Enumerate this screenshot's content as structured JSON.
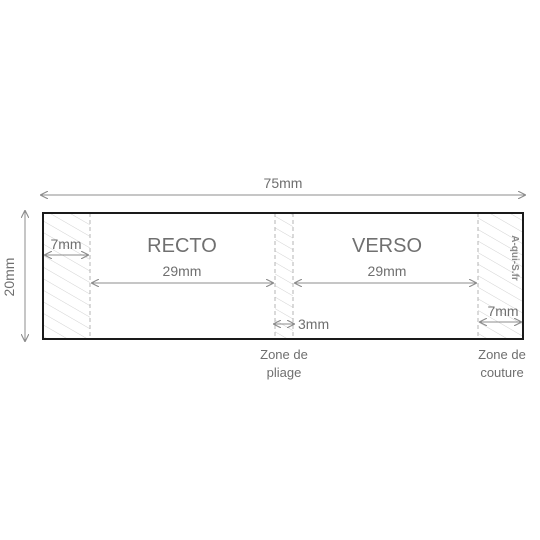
{
  "dimensions": {
    "total_width": "75mm",
    "total_height": "20mm",
    "left_margin": "7mm",
    "recto_width": "29mm",
    "verso_width": "29mm",
    "fold_width": "3mm",
    "right_margin": "7mm"
  },
  "panels": {
    "recto": "RECTO",
    "verso": "VERSO"
  },
  "zones": {
    "fold_line1": "Zone de",
    "fold_line2": "pliage",
    "seam_line1": "Zone de",
    "seam_line2": "couture"
  },
  "brand": "A-qui-S.fr",
  "colors": {
    "frame": "#1a1a1a",
    "text": "#6f6f6f",
    "arrows": "#8c8c8c",
    "hatch": "#cfcfcf"
  }
}
